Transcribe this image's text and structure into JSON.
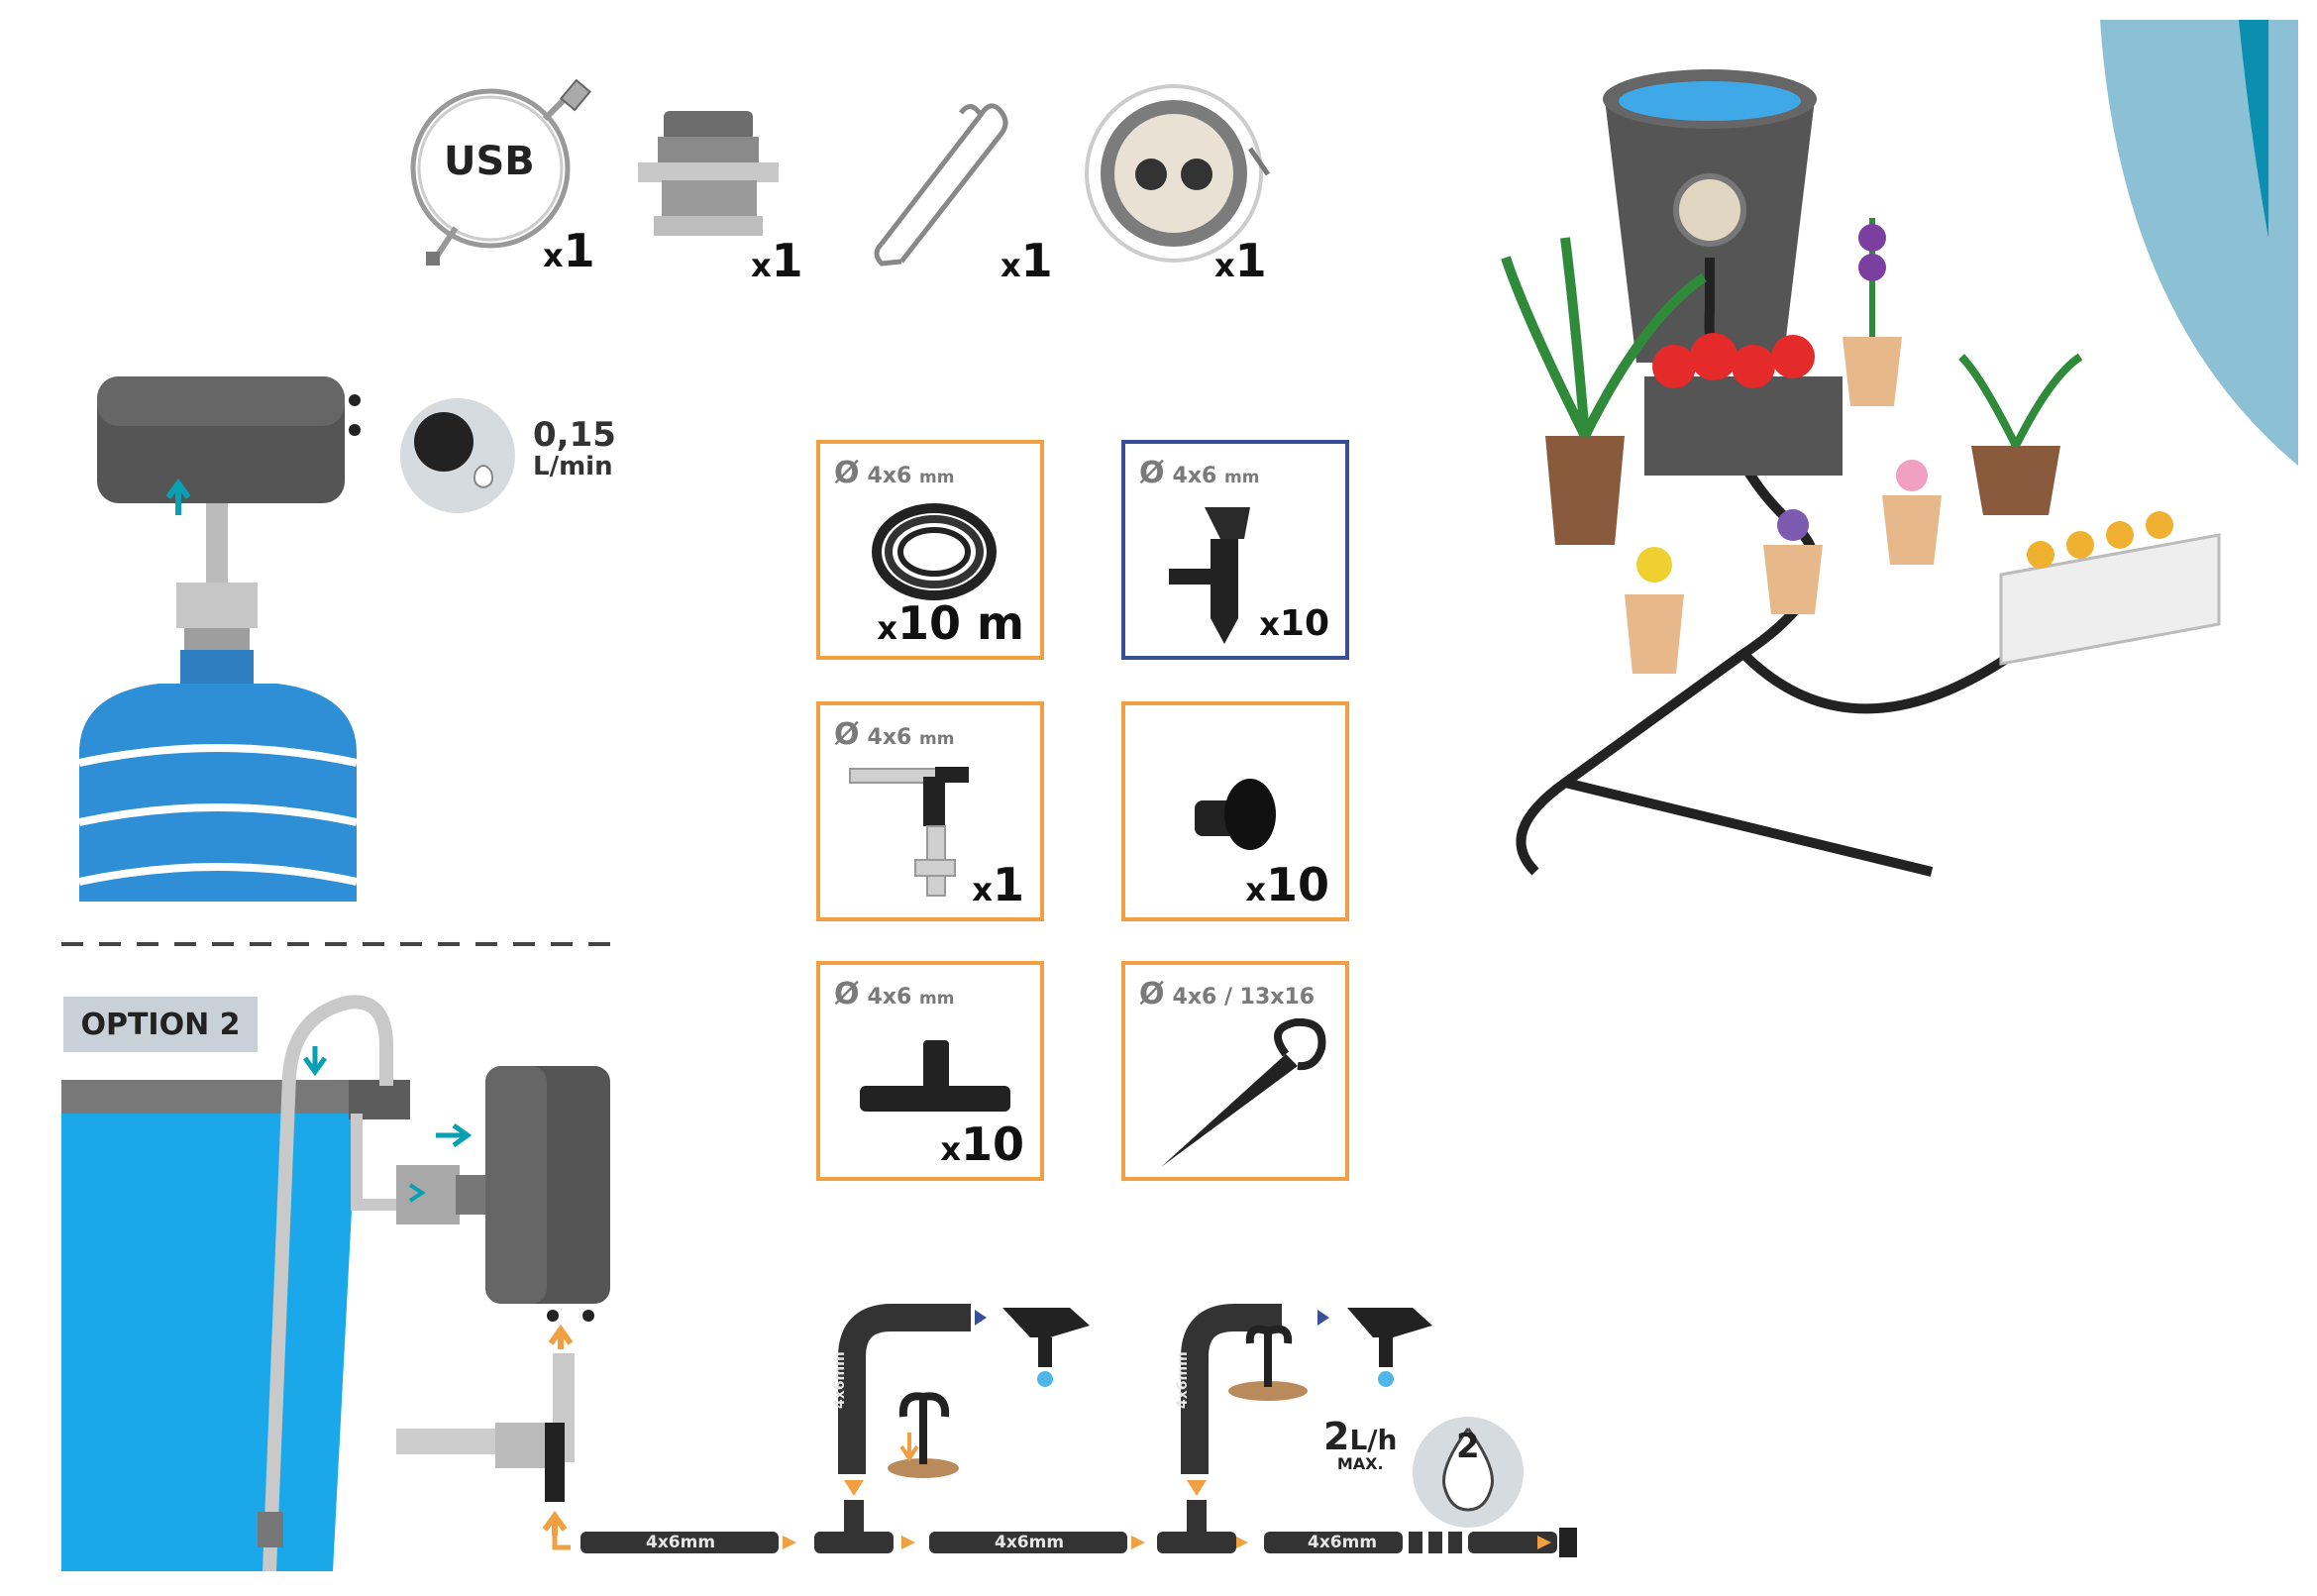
{
  "kit_items": [
    {
      "label": "USB",
      "qty_x": "x",
      "qty_n": "1"
    },
    {
      "qty_x": "x",
      "qty_n": "1"
    },
    {
      "qty_x": "x",
      "qty_n": "1"
    },
    {
      "qty_x": "x",
      "qty_n": "1"
    }
  ],
  "pump_rate": {
    "value": "0,15",
    "unit": "L/min"
  },
  "option_label": "OPTION 2",
  "accessory_boxes": [
    {
      "diameter": "Ø",
      "size": "4x6",
      "unit": "mm",
      "qty_x": "x",
      "qty_n": "10 m",
      "accent": "#f0a040"
    },
    {
      "diameter": "Ø",
      "size": "4x6",
      "unit": "mm",
      "qty_x": "x",
      "qty_n": "10",
      "accent": "#3a4f9a"
    },
    {
      "diameter": "Ø",
      "size": "4x6",
      "unit": "mm",
      "qty_x": "x",
      "qty_n": "1",
      "accent": "#f0a040"
    },
    {
      "qty_x": "x",
      "qty_n": "10",
      "accent": "#f0a040"
    },
    {
      "diameter": "Ø",
      "size": "4x6",
      "unit": "mm",
      "qty_x": "x",
      "qty_n": "10",
      "accent": "#f0a040"
    },
    {
      "diameter": "Ø",
      "size": "4x6 / 13x16",
      "accent": "#f0a040"
    }
  ],
  "tube_labels": [
    "4x6mm",
    "4x6mm",
    "4x6mm"
  ],
  "riser_labels": [
    "4x6mm",
    "4x6mm"
  ],
  "dripper_flow": {
    "value": "2",
    "unit": "L/h",
    "note": "MAX.",
    "setting": "2"
  },
  "colors": {
    "orange": "#f0a040",
    "blue_accent": "#3a4f9a",
    "water": "#1aa3e0",
    "teal": "#0aa0b4"
  }
}
